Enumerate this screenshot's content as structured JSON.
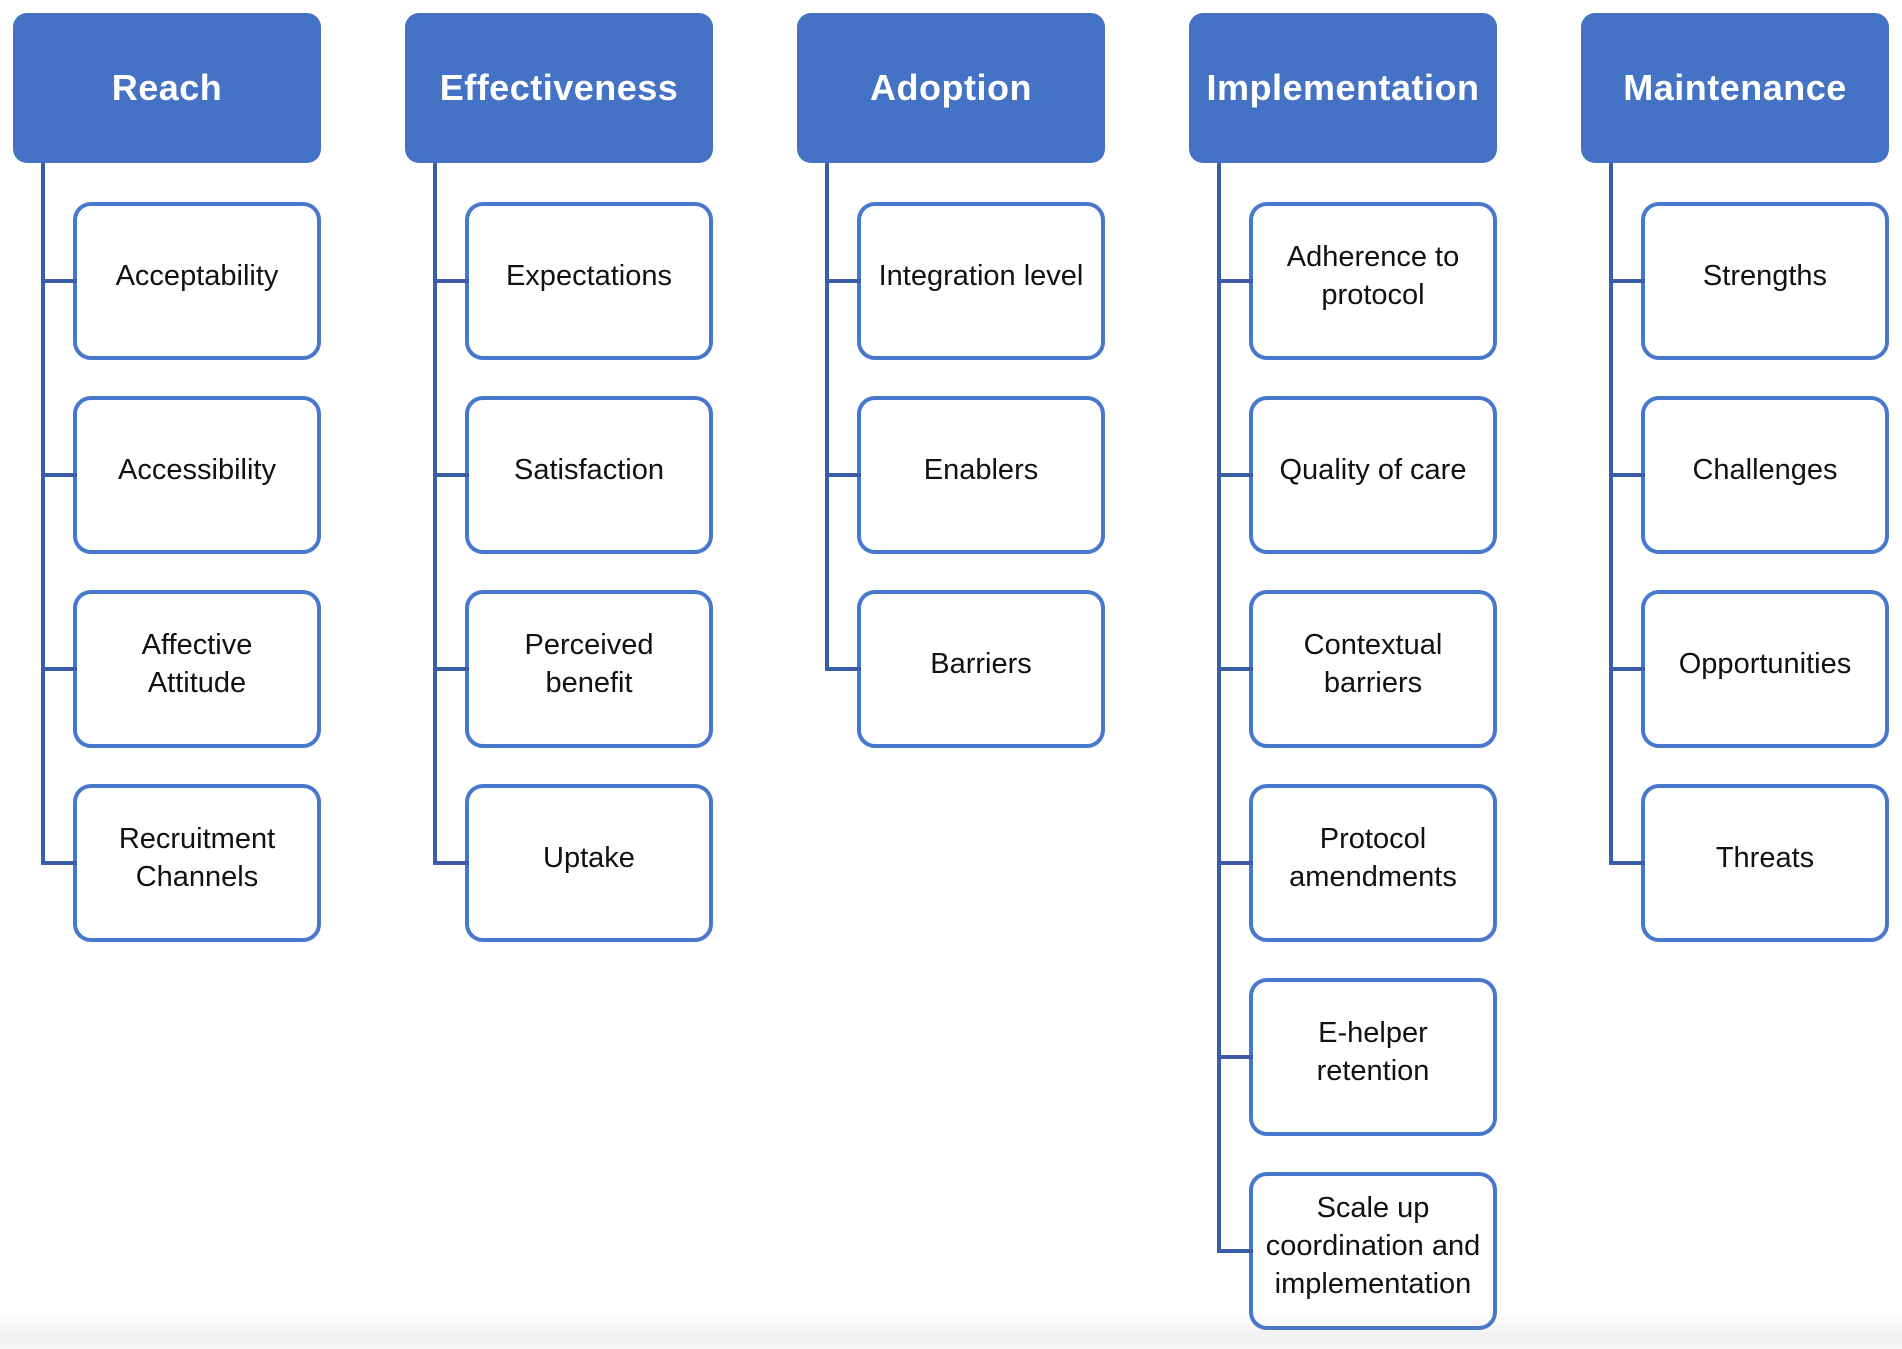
{
  "diagram": {
    "colors": {
      "background": "#FFFFFF",
      "header_fill": "#4472C4",
      "header_text": "#FFFFFF",
      "node_fill": "#FFFFFF",
      "node_border": "#4878CC",
      "node_text": "#111111",
      "connector": "#3A5DA9",
      "bottom_band": "#EDEDED"
    },
    "columns": [
      {
        "title": "Reach",
        "children": [
          "Acceptability",
          "Accessibility",
          "Affective\nAttitude",
          "Recruitment\nChannels"
        ]
      },
      {
        "title": "Effectiveness",
        "children": [
          "Expectations",
          "Satisfaction",
          "Perceived\nbenefit",
          "Uptake"
        ]
      },
      {
        "title": "Adoption",
        "children": [
          "Integration level",
          "Enablers",
          "Barriers"
        ]
      },
      {
        "title": "Implementation",
        "children": [
          "Adherence to\nprotocol",
          "Quality of care",
          "Contextual\nbarriers",
          "Protocol\namendments",
          "E-helper\nretention",
          "Scale up\ncoordination and\nimplementation"
        ]
      },
      {
        "title": "Maintenance",
        "children": [
          "Strengths",
          "Challenges",
          "Opportunities",
          "Threats"
        ]
      }
    ]
  }
}
